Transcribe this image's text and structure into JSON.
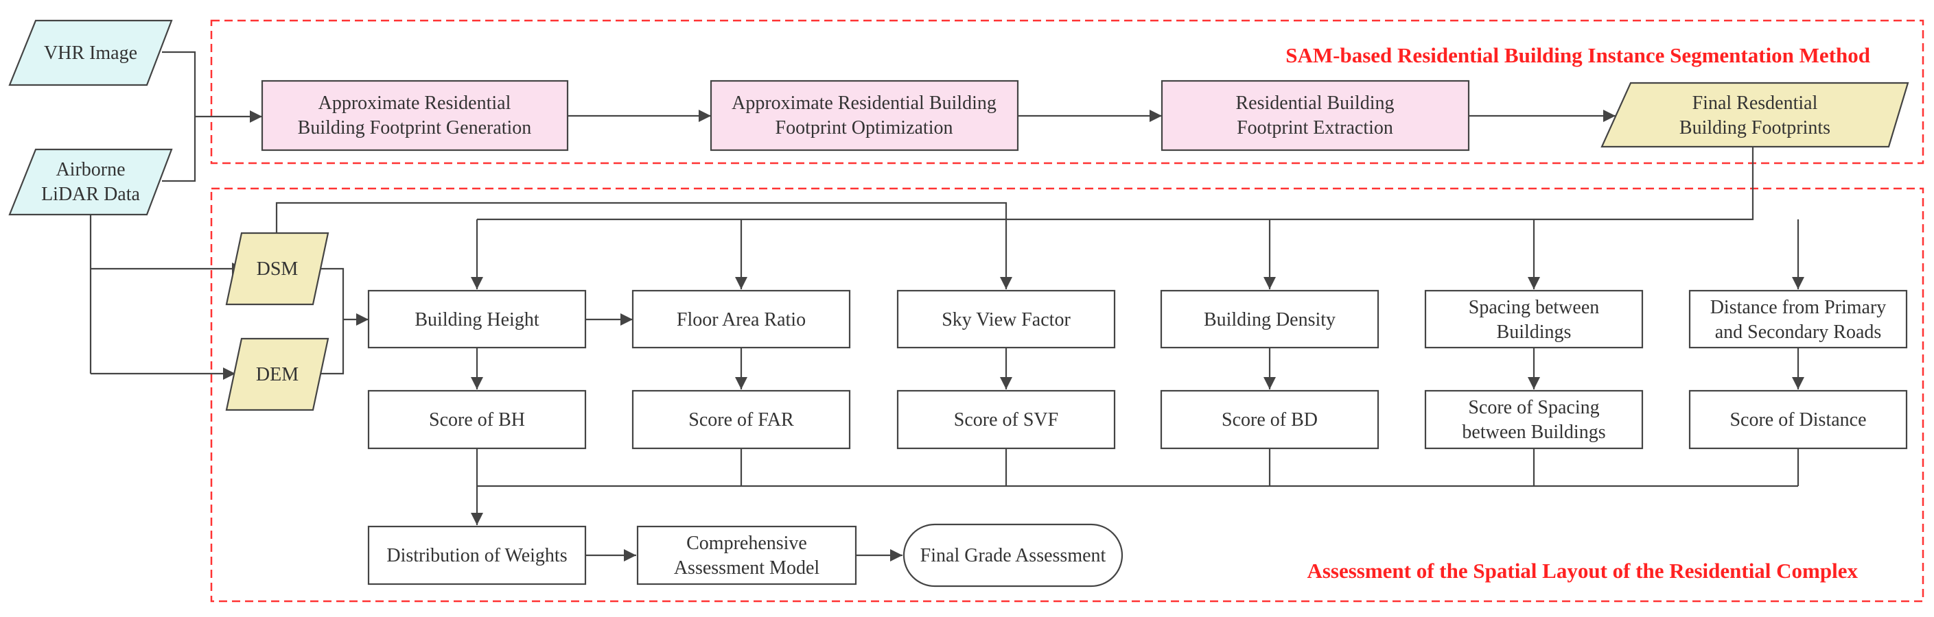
{
  "colors": {
    "input_fill": "#dff6f6",
    "process_pink": "#fbe0ee",
    "parallelogram_yellow": "#f3ecbd",
    "box_white": "#ffffff",
    "stroke": "#444444",
    "dashed_red": "#ff3333",
    "title_red": "#ff2222"
  },
  "groups": {
    "segmentation": {
      "title": "SAM-based Residential Building Instance Segmentation Method"
    },
    "assessment": {
      "title": "Assessment of the Spatial Layout of the Residential Complex"
    }
  },
  "inputs": {
    "vhr": [
      "VHR Image"
    ],
    "lidar": [
      "Airborne",
      "LiDAR Data"
    ]
  },
  "pipeline": {
    "step1": [
      "Approximate Residential",
      "Building Footprint Generation"
    ],
    "step2": [
      "Approximate Residential Building",
      "Footprint Optimization"
    ],
    "step3": [
      "Residential Building",
      "Footprint Extraction"
    ],
    "output": [
      "Final Resdential",
      "Building Footprints"
    ]
  },
  "models": {
    "dsm": [
      "DSM"
    ],
    "dem": [
      "DEM"
    ]
  },
  "indicators": {
    "bh": [
      "Building Height"
    ],
    "far": [
      "Floor Area Ratio"
    ],
    "svf": [
      "Sky View Factor"
    ],
    "bd": [
      "Building Density"
    ],
    "spacing": [
      "Spacing between",
      "Buildings"
    ],
    "distance": [
      "Distance from Primary",
      "and Secondary Roads"
    ]
  },
  "scores": {
    "bh": [
      "Score of BH"
    ],
    "far": [
      "Score of FAR"
    ],
    "svf": [
      "Score of SVF"
    ],
    "bd": [
      "Score of BD"
    ],
    "spacing": [
      "Score of Spacing",
      "between Buildings"
    ],
    "distance": [
      "Score of Distance"
    ]
  },
  "final": {
    "weights": [
      "Distribution of Weights"
    ],
    "model": [
      "Comprehensive",
      "Assessment Model"
    ],
    "grade": [
      "Final Grade Assessment"
    ]
  }
}
